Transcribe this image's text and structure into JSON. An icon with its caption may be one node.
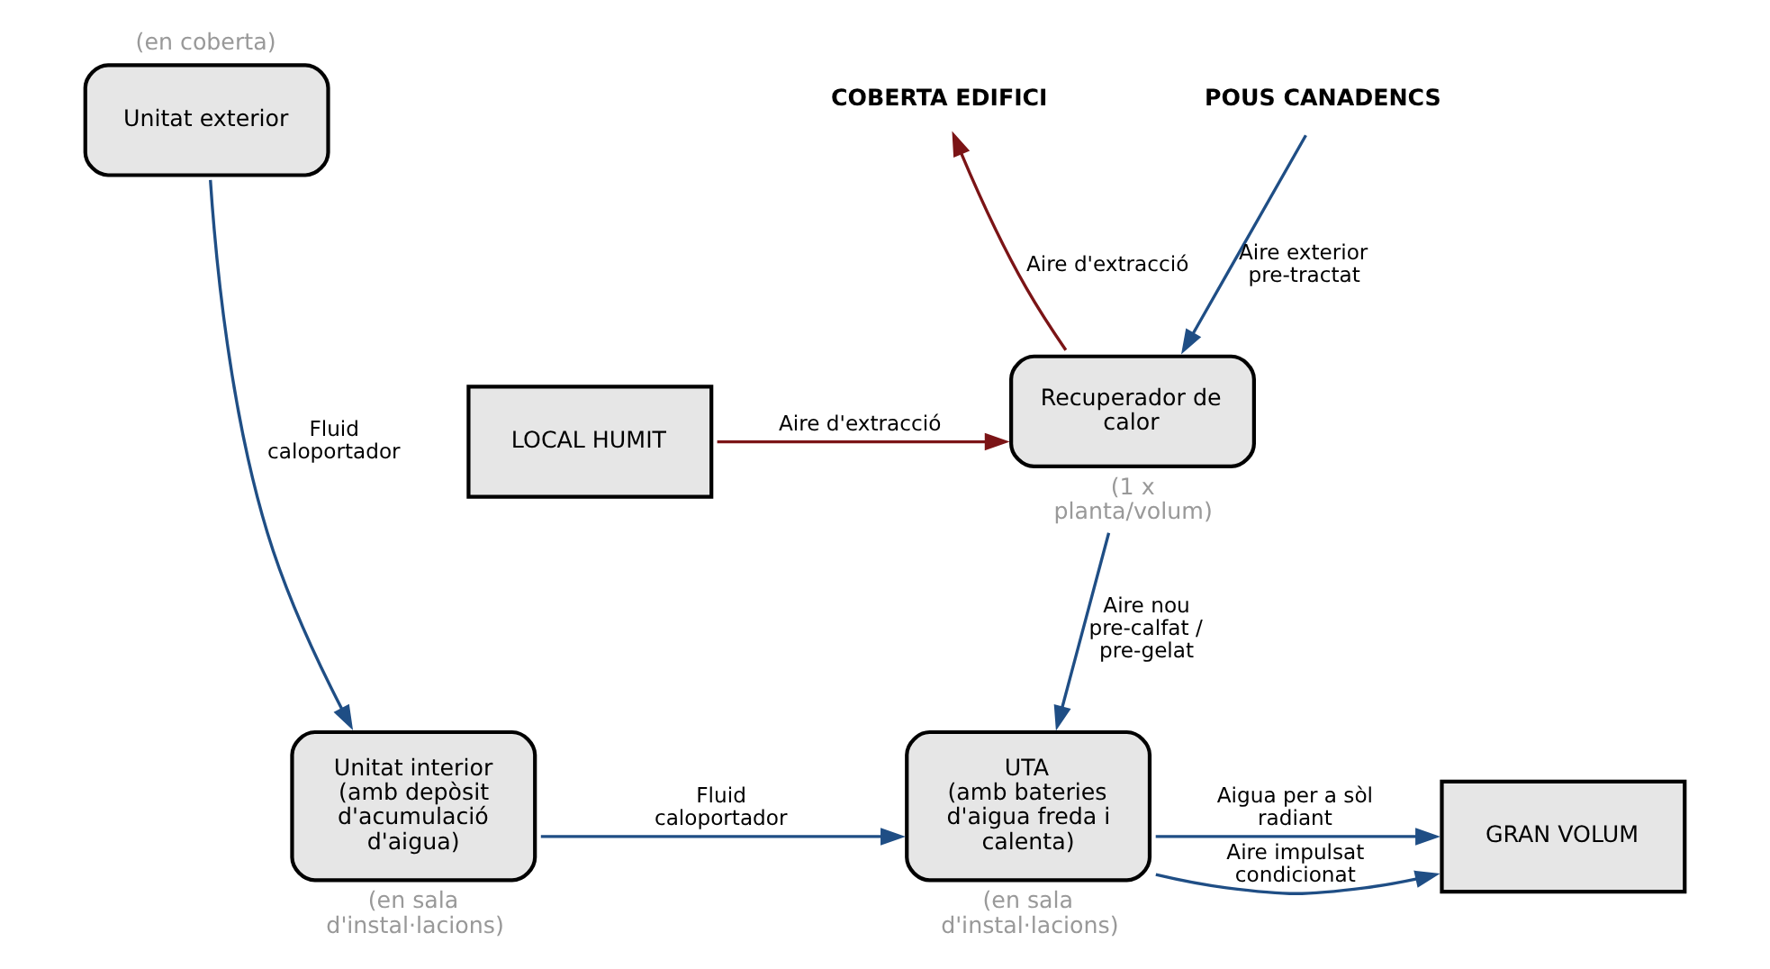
{
  "diagram": {
    "nodes": [
      {
        "text": [
          "POUS CANADENCS"
        ]
      },
      {
        "text": [
          "COBERTA EDIFICI"
        ]
      },
      {
        "text": [
          "Unitat exterior"
        ],
        "beside": [
          "(en coberta)"
        ]
      },
      {
        "text": [
          "LOCAL HUMIT"
        ]
      },
      {
        "text": [
          "GRAN VOLUM"
        ]
      },
      {
        "text": [
          "Recuperador de calor"
        ],
        "beside": [
          "(1 x planta/volum)"
        ]
      },
      {
        "text": [
          "UTA",
          "(amb bateries d'aigua freda i calenta)"
        ],
        "beside": [
          "(en sala d'instal·lacions)"
        ]
      },
      {
        "text": [
          "Unitat interior",
          "(amb depòsit d'acumulació d'aigua)"
        ],
        "beside": [
          "(en sala d'instal·lacions)"
        ]
      }
    ],
    "edges": [
      {
        "from": 0,
        "to": 5,
        "arrow": "to",
        "label": "Aire exterior pre-tractat"
      },
      {
        "from": 5,
        "to": 1,
        "arrow": "to",
        "label": "Aire d'extracció",
        "color": "#7b1416"
      },
      {
        "from": 3,
        "to": 5,
        "arrow": "to",
        "label": "Aire d'extracció",
        "color": "#7b1416"
      },
      {
        "from": 5,
        "to": 6,
        "arrow": "to",
        "label": "Aire nou pre-calfat / pre-gelat"
      },
      {
        "from": 6,
        "to": 4,
        "arrow": "to",
        "label": "Aire impulsat condicionat"
      },
      {
        "from": 6,
        "to": 4,
        "arrow": "to",
        "label": "Aigua per a sòl radiant"
      },
      {
        "from": 2,
        "to": 7,
        "arrow": "to",
        "label": "Fluid caloportador"
      },
      {
        "from": 7,
        "to": 6,
        "arrow": "to",
        "label": "Fluid caloportador"
      }
    ]
  }
}
